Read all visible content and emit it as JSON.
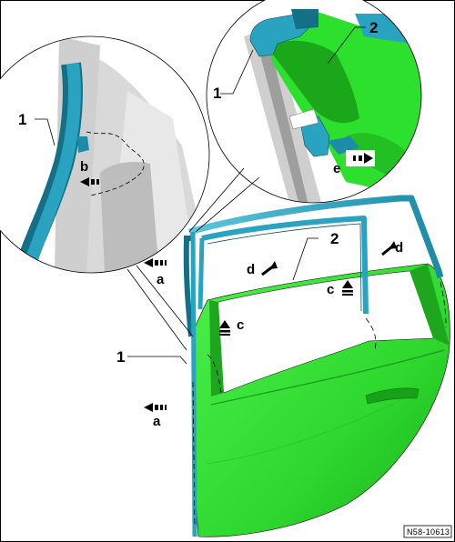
{
  "figure": {
    "reference_code": "N58-10613",
    "labels": {
      "part_1": "1",
      "part_2": "2",
      "a": "a",
      "b": "b",
      "c": "c",
      "d": "d",
      "e": "e"
    },
    "colors": {
      "door_panel": "#2ee02e",
      "door_shadow": "#1fa61f",
      "weatherstrip_seal": "#2aa3c0",
      "seal_dark": "#156f86",
      "detail_background": "#e6e6e6",
      "outline": "#000000"
    },
    "icons": [
      "arrow-left-icon",
      "arrow-up-icon",
      "arrow-diagonal-icon",
      "arrow-push-icon"
    ]
  }
}
